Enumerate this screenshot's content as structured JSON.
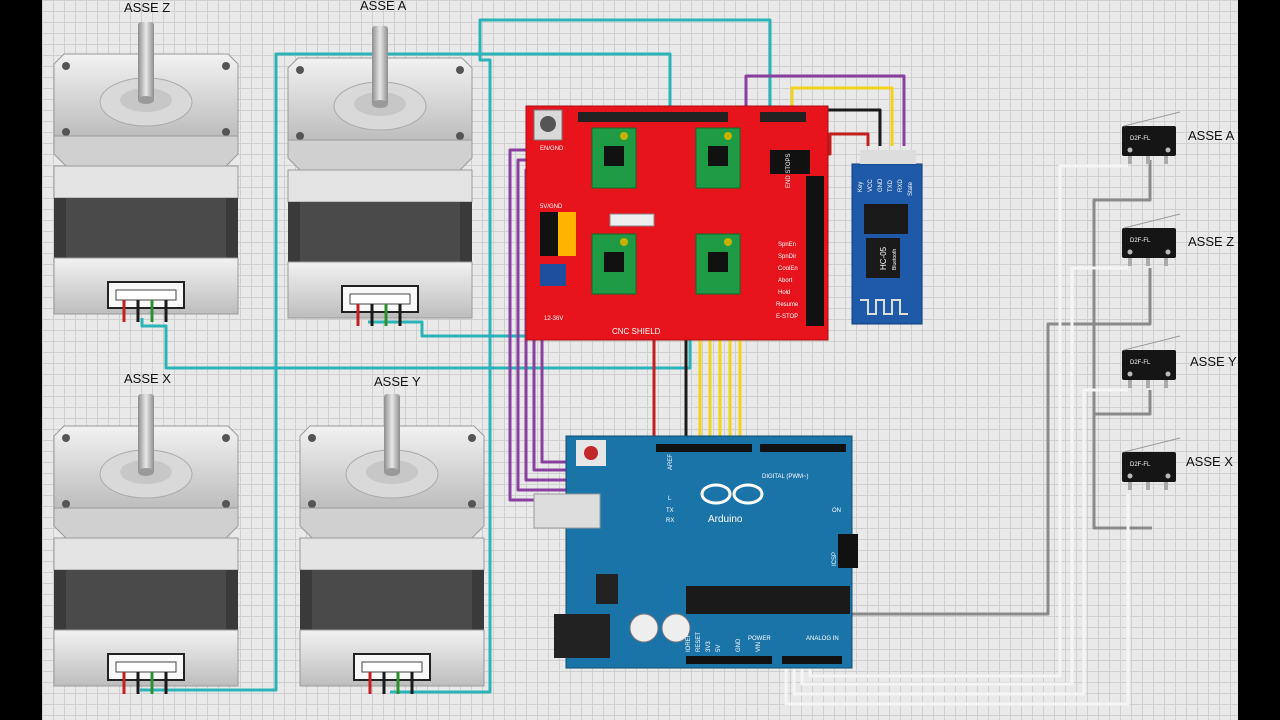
{
  "motors": {
    "z": {
      "label": "ASSE Z"
    },
    "a": {
      "label": "ASSE A"
    },
    "x": {
      "label": "ASSE X"
    },
    "y": {
      "label": "ASSE Y"
    }
  },
  "endstops": {
    "a": {
      "label": "ASSE A",
      "part": "D2F-FL"
    },
    "z": {
      "label": "ASSE Z",
      "part": "D2F-FL"
    },
    "y": {
      "label": "ASSE Y",
      "part": "D2F-FL"
    },
    "x": {
      "label": "ASSE X",
      "part": "D2F-FL"
    }
  },
  "cnc_shield": {
    "title": "CNC SHIELD",
    "labels": [
      "EN/GND",
      "5V/GND",
      "END STOPS",
      "SpnEn",
      "SpnDir",
      "CoolEn",
      "Abort",
      "Hold",
      "Resume",
      "E-STOP",
      "12-36V"
    ],
    "color": "#e8141c"
  },
  "bluetooth": {
    "model": "HC-05",
    "sub": "Bluetooth",
    "pins": [
      "Key",
      "VCC",
      "GND",
      "TXD",
      "RXD",
      "State"
    ],
    "color": "#1e5aa8"
  },
  "arduino": {
    "brand": "Arduino",
    "labels": [
      "DIGITAL (PWM~)",
      "ANALOG IN",
      "POWER",
      "ICSP",
      "TX",
      "RX",
      "ON",
      "IOREF",
      "RESET",
      "3V3",
      "5V",
      "GND",
      "VIN",
      "AREF",
      "L"
    ],
    "color": "#1a74a8"
  },
  "wire_colors": {
    "teal": "#2ab3b8",
    "purple": "#8a3f9e",
    "yellow": "#f2d21a",
    "red": "#c41f1f",
    "black": "#1a1a1a",
    "gray": "#8a8a8a",
    "white": "#f5f5f5"
  }
}
